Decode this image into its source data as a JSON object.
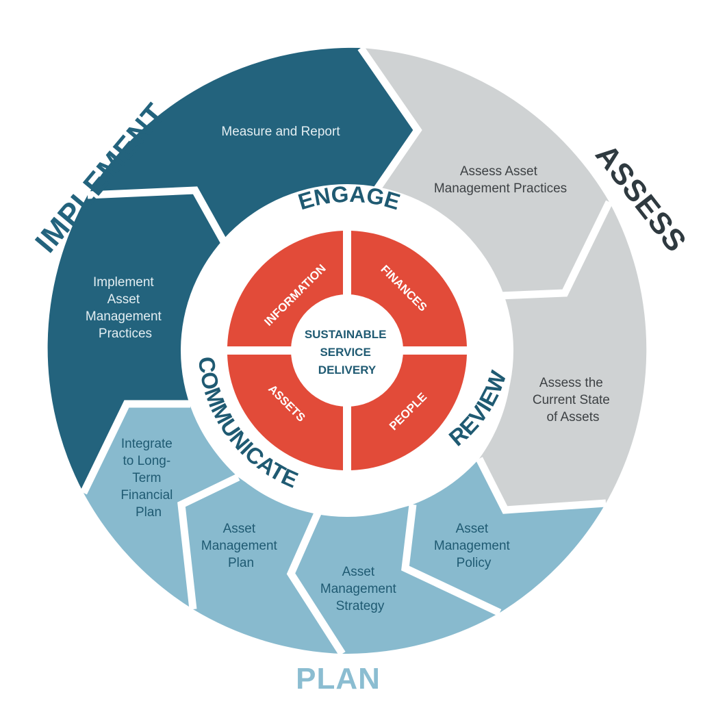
{
  "colors": {
    "implement": "#23637d",
    "assess": "#cfd2d3",
    "plan": "#88bace",
    "core": "#e24b39",
    "ring_text": "#1f5a72",
    "assess_text": "#3d4144",
    "plan_text": "#1f5a72",
    "implement_text": "#e3eef2",
    "phase_assess": "#2f3a40",
    "phase_plan": "#8bbdd1"
  },
  "phases": {
    "implement": "IMPLEMENT",
    "assess": "ASSESS",
    "plan": "PLAN"
  },
  "segments": {
    "measure_report": "Measure and Report",
    "assess_practices": [
      "Assess Asset",
      "Management Practices"
    ],
    "assess_state": [
      "Assess the",
      "Current State",
      "of Assets"
    ],
    "am_policy": [
      "Asset",
      "Management",
      "Policy"
    ],
    "am_strategy": [
      "Asset",
      "Management",
      "Strategy"
    ],
    "am_plan": [
      "Asset",
      "Management",
      "Plan"
    ],
    "integrate_ltfp": [
      "Integrate",
      "to Long-",
      "Term",
      "Financial",
      "Plan"
    ],
    "implement_practices": [
      "Implement",
      "Asset",
      "Management",
      "Practices"
    ]
  },
  "ring": {
    "engage": "ENGAGE",
    "review": "REVIEW",
    "communicate": "COMMUNICATE"
  },
  "core": {
    "information": "INFORMATION",
    "finances": "FINANCES",
    "assets": "ASSETS",
    "people": "PEOPLE",
    "center": [
      "SUSTAINABLE",
      "SERVICE",
      "DELIVERY"
    ]
  }
}
